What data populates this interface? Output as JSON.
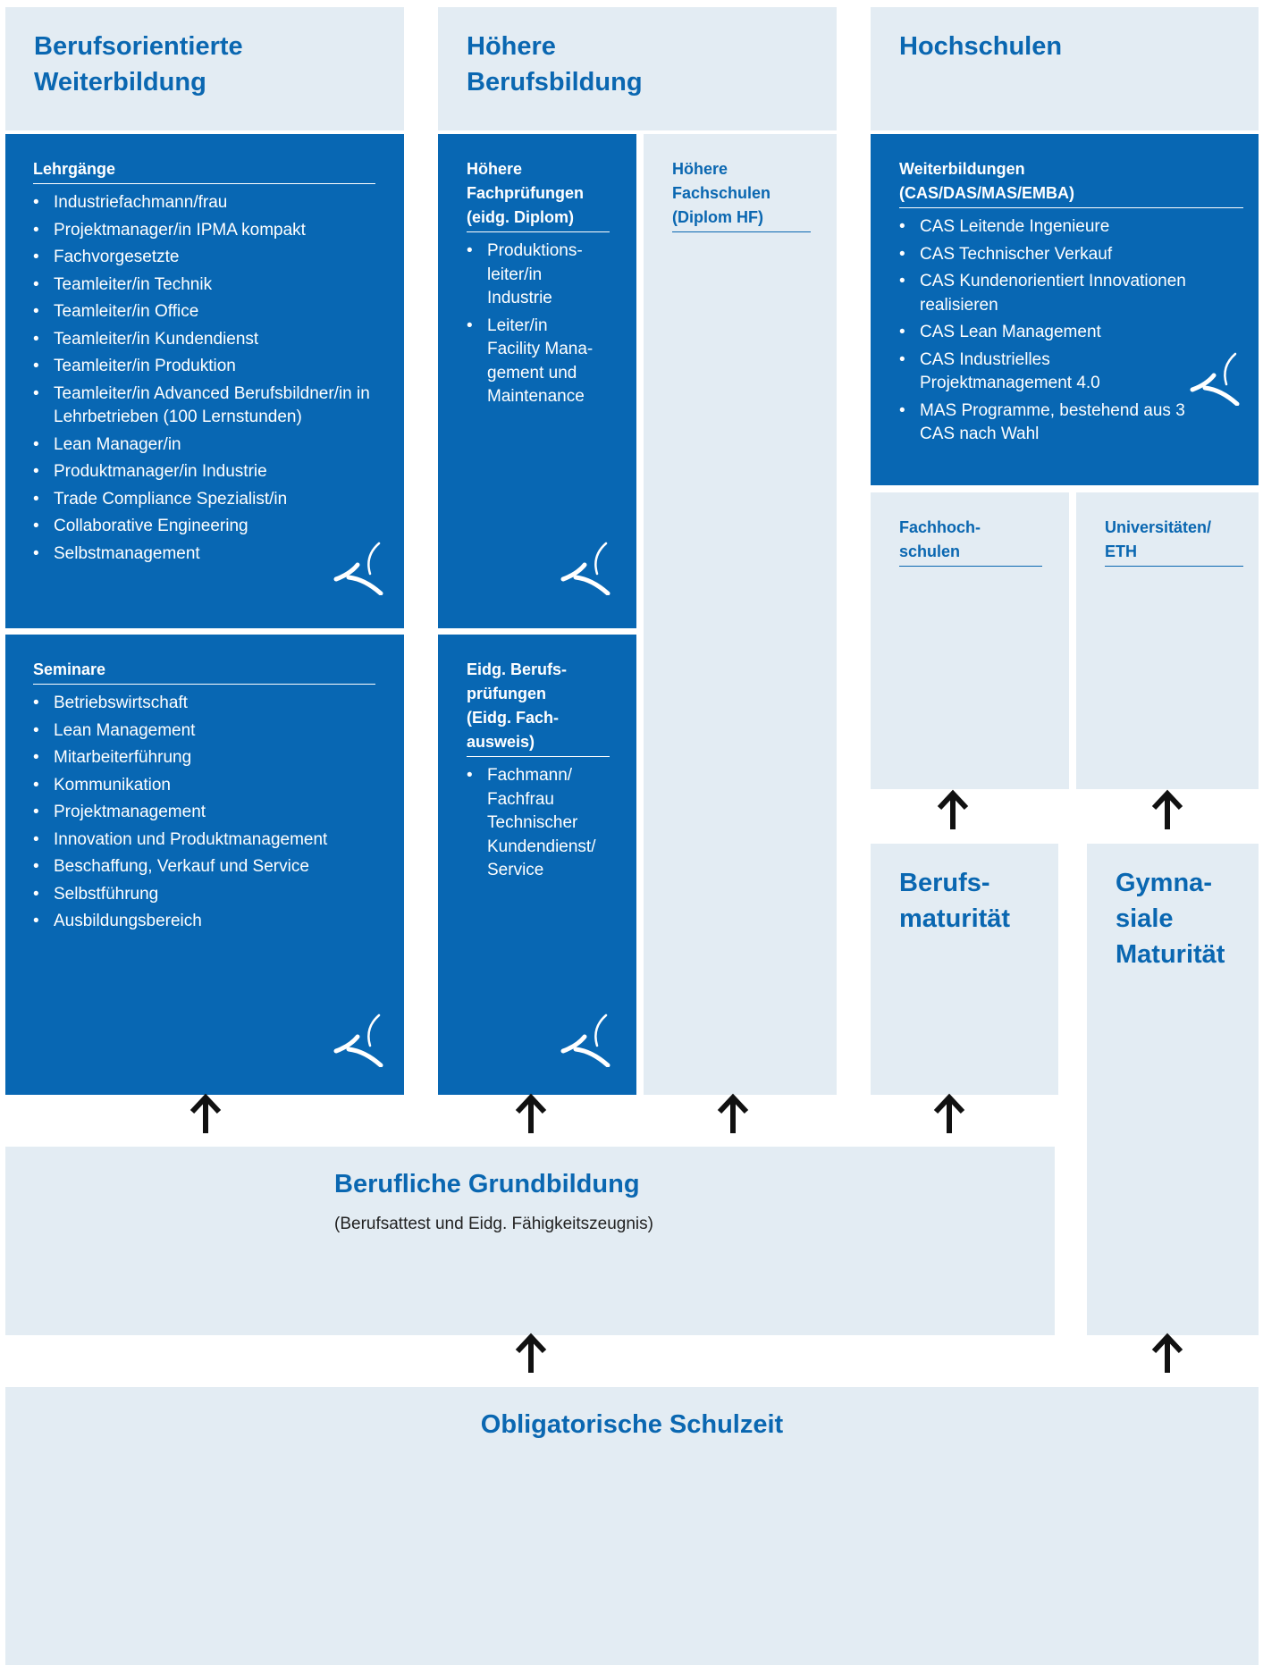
{
  "colors": {
    "dark_blue": "#0867b3",
    "light_blue": "#e3ecf3",
    "heading_blue": "#0a67b1",
    "arrow": "#111111"
  },
  "columns": {
    "berufsorientierte_weiterbildung": "Berufsorientierte Weiterbildung",
    "hoehere_berufsbildung": "Höhere Berufsbildung",
    "hochschulen": "Hochschulen"
  },
  "lehrgaenge": {
    "title": "Lehrgänge",
    "items": [
      "Industriefachmann/frau",
      "Projektmanager/in IPMA kompakt",
      "Fachvorgesetzte",
      "Teamleiter/in Technik",
      "Teamleiter/in Office",
      "Teamleiter/in Kundendienst",
      "Teamleiter/in Produktion",
      "Teamleiter/in Advanced Berufsbildner/in in Lehrbetrieben (100 Lernstunden)",
      "Lean Manager/in",
      "Produktmanager/in Industrie",
      "Trade Compliance Spezialist/in",
      "Collaborative Engineering",
      "Selbstmanagement"
    ]
  },
  "seminare": {
    "title": "Seminare",
    "items": [
      "Betriebswirtschaft",
      "Lean Management",
      "Mitarbeiterführung",
      "Kommunikation",
      "Projektmanagement",
      "Innovation und Produktmanagement",
      "Beschaffung, Verkauf und Service",
      "Selbstführung",
      "Ausbildungsbereich"
    ]
  },
  "hoehere_fachpruefungen": {
    "title": "Höhere Fachprüfungen (eidg. Diplom)",
    "items": [
      "Produktions-leiter/in Industrie",
      "Leiter/in Facility Management und Maintenance"
    ]
  },
  "hoehere_fachschulen": {
    "title": "Höhere Fachschulen (Diplom HF)"
  },
  "berufspruefungen": {
    "title": "Eidg. Berufsprüfungen (Eidg. Fachausweis)",
    "items": [
      "Fachmann/ Fachfrau Technischer Kundendienst/ Service"
    ]
  },
  "weiterbildungen": {
    "title": "Weiterbildungen (CAS/DAS/MAS/EMBA)",
    "items": [
      "CAS Leitende Ingenieure",
      "CAS Technischer Verkauf",
      "CAS Kundenorientiert Innovationen realisieren",
      "CAS Lean Management",
      "CAS Industrielles Projektmanagement 4.0",
      "MAS Programme, bestehend aus 3 CAS nach Wahl"
    ]
  },
  "fachhochschulen": "Fachhochschulen",
  "universitaeten": "Universitäten/ ETH",
  "berufsmaturitaet": "Berufsmaturität",
  "gymnasiale_maturitaet": "Gymnasiale Maturität",
  "grundbildung": {
    "title": "Berufliche Grundbildung",
    "subtitle": "(Berufsattest und Eidg. Fähigkeitszeugnis)"
  },
  "schulzeit": "Obligatorische Schulzeit"
}
